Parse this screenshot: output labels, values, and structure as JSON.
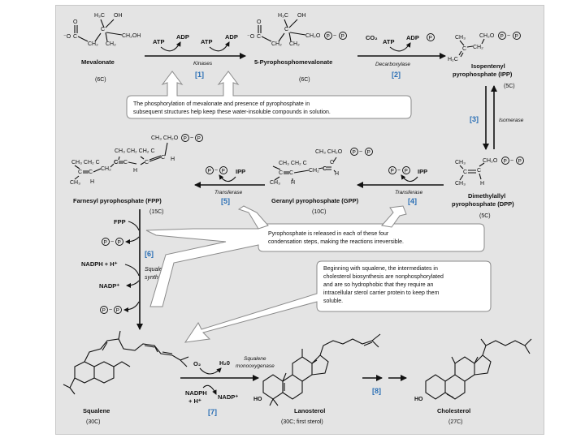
{
  "colors": {
    "panel": "#e4e4e4",
    "step_label": "#2a6fb5",
    "callout_fill": "#ffffff",
    "callout_stroke": "#8a8a8a"
  },
  "compounds": {
    "mevalonate": {
      "name": "Mevalonate",
      "carbons": "(6C)"
    },
    "pyrophosphomevalonate": {
      "name": "5-Pyrophosphomevalonate",
      "carbons": "(6C)"
    },
    "ipp": {
      "name_line1": "Isopentenyl",
      "name_line2": "pyrophosphate (IPP)",
      "carbons": "(5C)"
    },
    "dpp": {
      "name_line1": "Dimethylallyl",
      "name_line2": "pyrophosphate (DPP)",
      "carbons": "(5C)"
    },
    "gpp": {
      "name": "Geranyl pyrophosphate (GPP)",
      "carbons": "(10C)"
    },
    "fpp": {
      "name": "Farnesyl pyrophosphate (FPP)",
      "carbons": "(15C)"
    },
    "squalene": {
      "name": "Squalene",
      "carbons": "(30C)"
    },
    "lanosterol": {
      "name": "Lanosterol",
      "carbons": "(30C; first sterol)"
    },
    "cholesterol": {
      "name": "Cholesterol",
      "carbons": "(27C)"
    }
  },
  "steps": [
    "[1]",
    "[2]",
    "[3]",
    "[4]",
    "[5]",
    "[6]",
    "[7]",
    "[8]"
  ],
  "enzymes": {
    "kinases": "Kinases",
    "decarboxylase": "Decarboxylase",
    "isomerase": "Isomerase",
    "transferase_4": "Transferase",
    "transferase_5": "Transferase",
    "squalene_synthase_1": "Squalene",
    "squalene_synthase_2": "synthase",
    "squalene_monooxygenase_1": "Squalene",
    "squalene_monooxygenase_2": "monooxygenase"
  },
  "reagents": {
    "atp_1": "ATP",
    "adp_1": "ADP",
    "atp_2": "ATP",
    "adp_2": "ADP",
    "co2": "CO₂",
    "atp_3": "ATP",
    "adp_3": "ADP",
    "pi": "P",
    "ipp_5": "IPP",
    "ipp_4": "IPP",
    "pp_5": "P–P",
    "pp_4": "P–P",
    "fpp_in": "FPP",
    "pp_6a": "P–P",
    "nadph_6": "NADPH + H⁺",
    "nadp_6": "NADP⁺",
    "pp_6b": "P–P",
    "o2": "O₂",
    "h2o": "H₂0",
    "nadph_7": "NADPH",
    "h_7": "+ H⁺",
    "nadp_7": "NADP⁺"
  },
  "callouts": {
    "phosphorylation_1": "The phosphorylation of mevalonate and presence of pyrophosphate in",
    "phosphorylation_2": "subsequent structures help keep these water-insoluble compounds in solution.",
    "pyrophosphate_1": "Pyrophosphate is released in each of these four",
    "pyrophosphate_2": "condensation steps, making the reactions irreversible.",
    "squalene_1": "Beginning with squalene, the intermediates in",
    "squalene_2": "cholesterol biosynthesis are nonphosphorylated",
    "squalene_3": "and are so hydrophobic that they require an",
    "squalene_4": "intracellular sterol carrier protein to keep them",
    "squalene_5": "soluble."
  },
  "structure_text": {
    "mev_o": "O",
    "mev_c": "C",
    "mev_ch2a": "CH₂",
    "mev_ch2b": "CH₂",
    "mev_h3c": "H₃C",
    "mev_oh": "OH",
    "mev_ch2oh": "CH₂OH",
    "mev_om": "⁻O",
    "ppm_o": "O",
    "ppm_c": "C",
    "ppm_ch2a": "CH₂",
    "ppm_ch2b": "CH₂",
    "ppm_h3c": "H₃C",
    "ppm_oh": "OH",
    "ppm_ch2o": "CH₂O",
    "ppm_om": "⁻O",
    "ppm_p1": "P",
    "ppm_p2": "P",
    "ipp_ch3": "CH₃",
    "ipp_ch2o": "CH₂O",
    "ipp_c": "C",
    "ipp_ch2": "CH₂",
    "ipp_h2c": "H₂C",
    "ipp_p1": "P",
    "ipp_p2": "P",
    "dpp_ch3a": "CH₃",
    "dpp_ch3b": "CH₃",
    "dpp_c": "C",
    "dpp_h": "H",
    "dpp_ch2o": "CH₂O",
    "dpp_p1": "P",
    "dpp_p2": "P",
    "gpp_top": "CH₃  CH₂O",
    "gpp_p1": "P",
    "gpp_p2": "P",
    "gpp_mid": "CH₃   CH₂  C",
    "gpp_c": "C",
    "gpp_h1": "H",
    "gpp_h2": "H",
    "gpp_ch3": "CH₃",
    "fpp_top": "CH₃  CH₂O",
    "fpp_p1": "P",
    "fpp_p2": "P",
    "fpp_row2": "CH₃  CH₂  CH₂  C",
    "fpp_row3": "CH₃   CH₂  C",
    "fpp_c": "C",
    "fpp_h1": "H",
    "fpp_h2": "H",
    "fpp_h3": "H",
    "fpp_ch3": "CH₃",
    "lan_ho": "HO",
    "cho_ho": "HO"
  }
}
